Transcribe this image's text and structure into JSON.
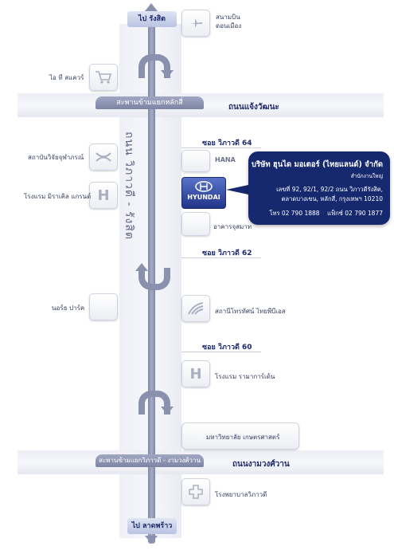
{
  "top_end": {
    "label": "ไป รังสิต"
  },
  "bottom_end": {
    "label": "ไป ลาดพร้าว"
  },
  "main_road": {
    "label": "ถนน วิภาวดี - รังสิต"
  },
  "roads": [
    {
      "bridge_label": "สะพานข้ามแยกหลักสี่",
      "road_label": "ถนนแจ้งวัฒนะ"
    },
    {
      "bridge_label": "สะพานข้ามแยกวิภาวดี - งามวงศ์วาน",
      "road_label": "ถนนงามวงศ์วาน"
    }
  ],
  "sois": [
    "ซอย วิภาวดี 64",
    "ซอย วิภาวดี 62",
    "ซอย วิภาวดี 60"
  ],
  "landmarks": {
    "airport": "สนามบิน ดอนเมือง",
    "itsquare": "ไอ ที สแควร์",
    "institute": "สถาบันวิจัยจุฬาภรณ์",
    "miracle": "โรงแรม มิราเคิล แกรนด์",
    "hana": "HANA",
    "jusmart": "อาคารจุสมาท",
    "northpark": "นอร์ธ ปาร์ค",
    "station": "สถานีโทรทัศน์ ไทยพีบีเอส",
    "rama_hotel": "โรงแรม รามาการ์เด้น",
    "kasetsart": "มหาวิทยาลัย เกษตรศาสตร์",
    "hospital": "โรงพยาบาลวิภาวดี"
  },
  "hyundai_logo": "HYUNDAI",
  "callout": {
    "title": "บริษัท ฮุนได มอเตอร์ (ไทยแลนด์) จำกัด",
    "subtitle": "สำนักงานใหญ่",
    "address1": "เลขที่ 92, 92/1, 92/2 ถนน วิภาวดีรังสิต,",
    "address2": "ตลาดบางเขน, หลักสี่, กรุงเทพฯ 10210",
    "phone": "โทร  02 790 1888",
    "fax": "แฟ็กซ์  02 790 1877"
  },
  "colors": {
    "accent": "#16296f",
    "road_line": "#8a91ae"
  }
}
